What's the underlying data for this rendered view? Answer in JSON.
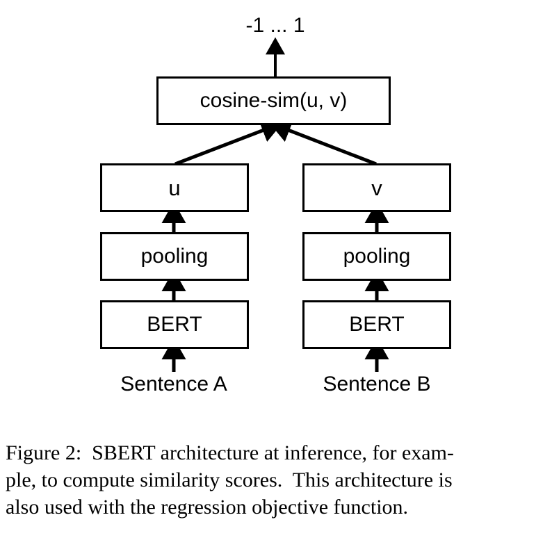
{
  "figure": {
    "output_label": "-1 ... 1",
    "nodes": {
      "cosine": "cosine-sim(u, v)",
      "u": "u",
      "v": "v",
      "pooling_a": "pooling",
      "pooling_b": "pooling",
      "bert_a": "BERT",
      "bert_b": "BERT"
    },
    "inputs": {
      "sentence_a": "Sentence A",
      "sentence_b": "Sentence B"
    },
    "edges": [
      {
        "from": "sentence_a",
        "to": "bert_a",
        "style": "vertical-arrow"
      },
      {
        "from": "sentence_b",
        "to": "bert_b",
        "style": "vertical-arrow"
      },
      {
        "from": "bert_a",
        "to": "pooling_a",
        "style": "vertical-arrow"
      },
      {
        "from": "bert_b",
        "to": "pooling_b",
        "style": "vertical-arrow"
      },
      {
        "from": "pooling_a",
        "to": "u",
        "style": "vertical-arrow"
      },
      {
        "from": "pooling_b",
        "to": "v",
        "style": "vertical-arrow"
      },
      {
        "from": "u",
        "to": "cosine",
        "style": "diagonal-arrow"
      },
      {
        "from": "v",
        "to": "cosine",
        "style": "diagonal-arrow"
      },
      {
        "from": "cosine",
        "to": "output_label",
        "style": "vertical-arrow"
      }
    ],
    "colors": {
      "stroke": "#000000",
      "fill": "#ffffff",
      "text": "#000000"
    }
  },
  "caption": {
    "lines": [
      "Figure 2:  SBERT architecture at inference, for exam-",
      "ple, to compute similarity scores.  This architecture is",
      "also used with the regression objective function."
    ],
    "line1": "Figure 2:  SBERT architecture at inference, for exam-",
    "line2": "ple, to compute similarity scores.  This architecture is",
    "line3": "also used with the regression objective function."
  }
}
